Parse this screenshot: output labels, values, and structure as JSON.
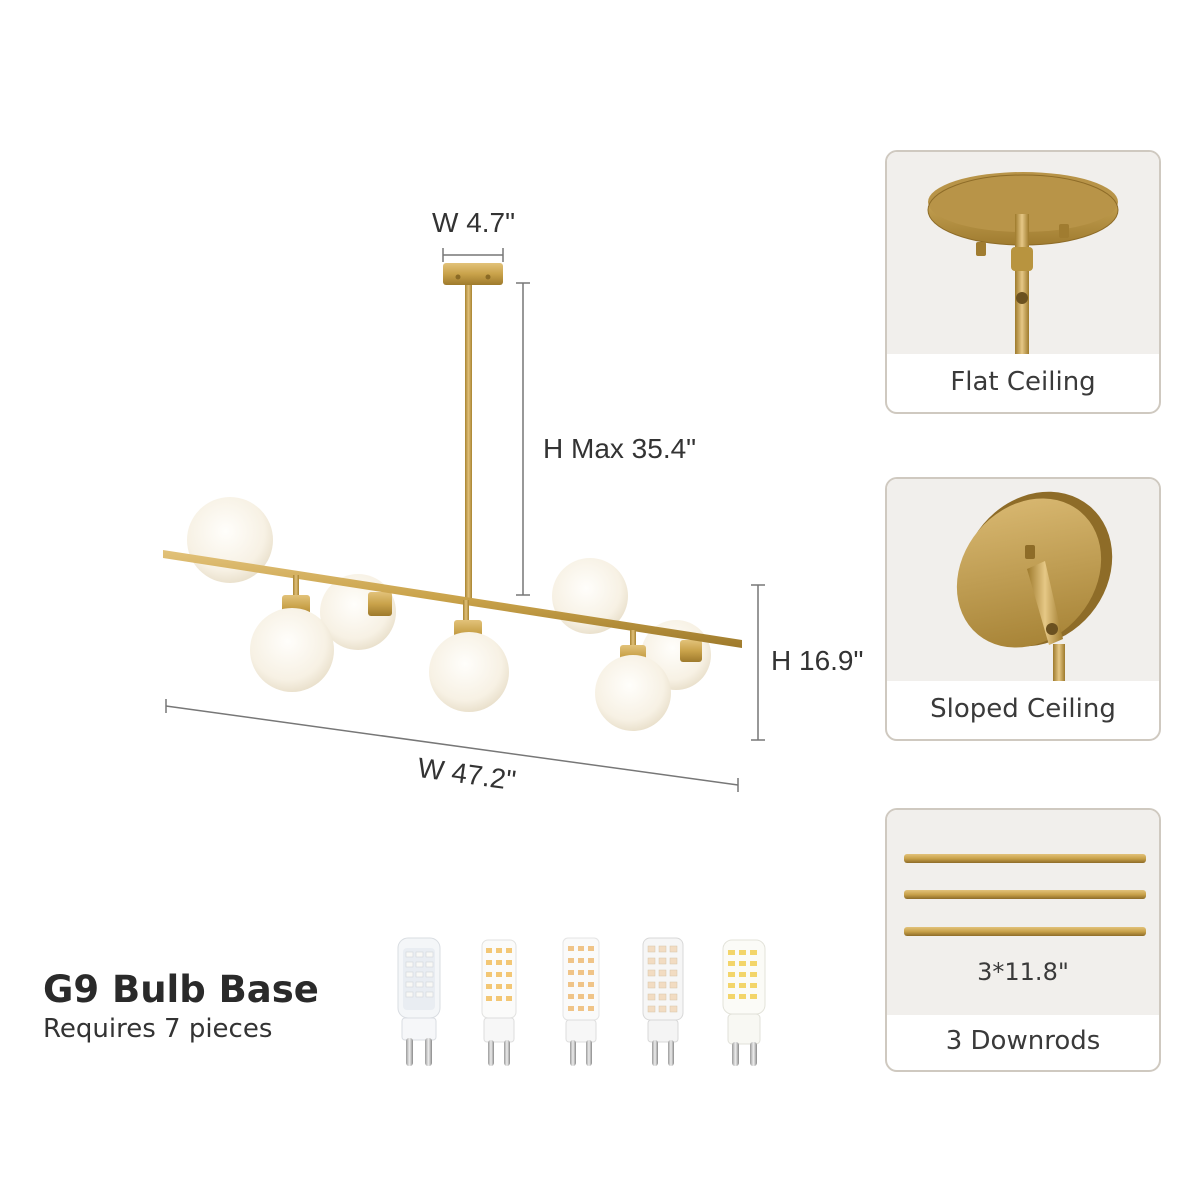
{
  "dimensions": {
    "top_width": "W 4.7\"",
    "max_height": "H Max 35.4\"",
    "fixture_height": "H 16.9\"",
    "fixture_width": "W 47.2\""
  },
  "panels": [
    {
      "label": "Flat Ceiling",
      "icon": "flat-ceiling-canopy"
    },
    {
      "label": "Sloped Ceiling",
      "icon": "sloped-ceiling-canopy"
    },
    {
      "label": "3 Downrods",
      "caption": "3*11.8\"",
      "icon": "downrods"
    }
  ],
  "bulbs": {
    "title": "G9 Bulb Base",
    "subtitle": "Requires 7 pieces",
    "count": 5
  },
  "colors": {
    "brass": "#c9a24a",
    "brass_dark": "#9e7a2c",
    "globe": "#fbf8f1",
    "panel_bg": "#f1efec",
    "panel_border": "#cfc9c0"
  }
}
